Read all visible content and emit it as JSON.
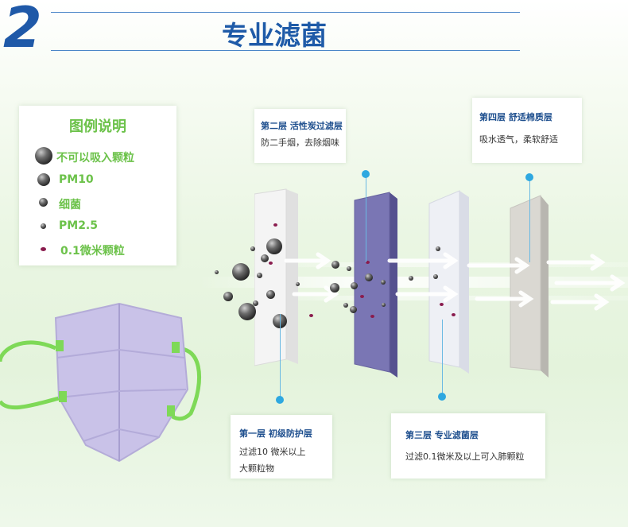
{
  "header": {
    "number": "2",
    "title": "专业滤菌"
  },
  "legend": {
    "title": "图例说明",
    "items": [
      {
        "label": "不可以吸入颗粒"
      },
      {
        "label": "PM10"
      },
      {
        "label": "细菌"
      },
      {
        "label": "PM2.5"
      },
      {
        "label": "0.1微米颗粒"
      }
    ]
  },
  "layers": {
    "layer1": {
      "title": "第一层  初级防护层",
      "line1": "过滤10 微米以上",
      "line2": "大颗粒物"
    },
    "layer2": {
      "title": "第二层  活性炭过滤层",
      "line1": "防二手烟，去除烟味"
    },
    "layer3": {
      "title": "第三层  专业滤菌层",
      "line1": "过滤0.1微米及以上可入肺颗粒"
    },
    "layer4": {
      "title": "第四层  舒适棉质层",
      "line1": "吸水透气，柔软舒适"
    }
  },
  "colors": {
    "brand_blue": "#1f5ba8",
    "legend_green": "#6cc24a",
    "accent_dot": "#2ea8e0"
  }
}
